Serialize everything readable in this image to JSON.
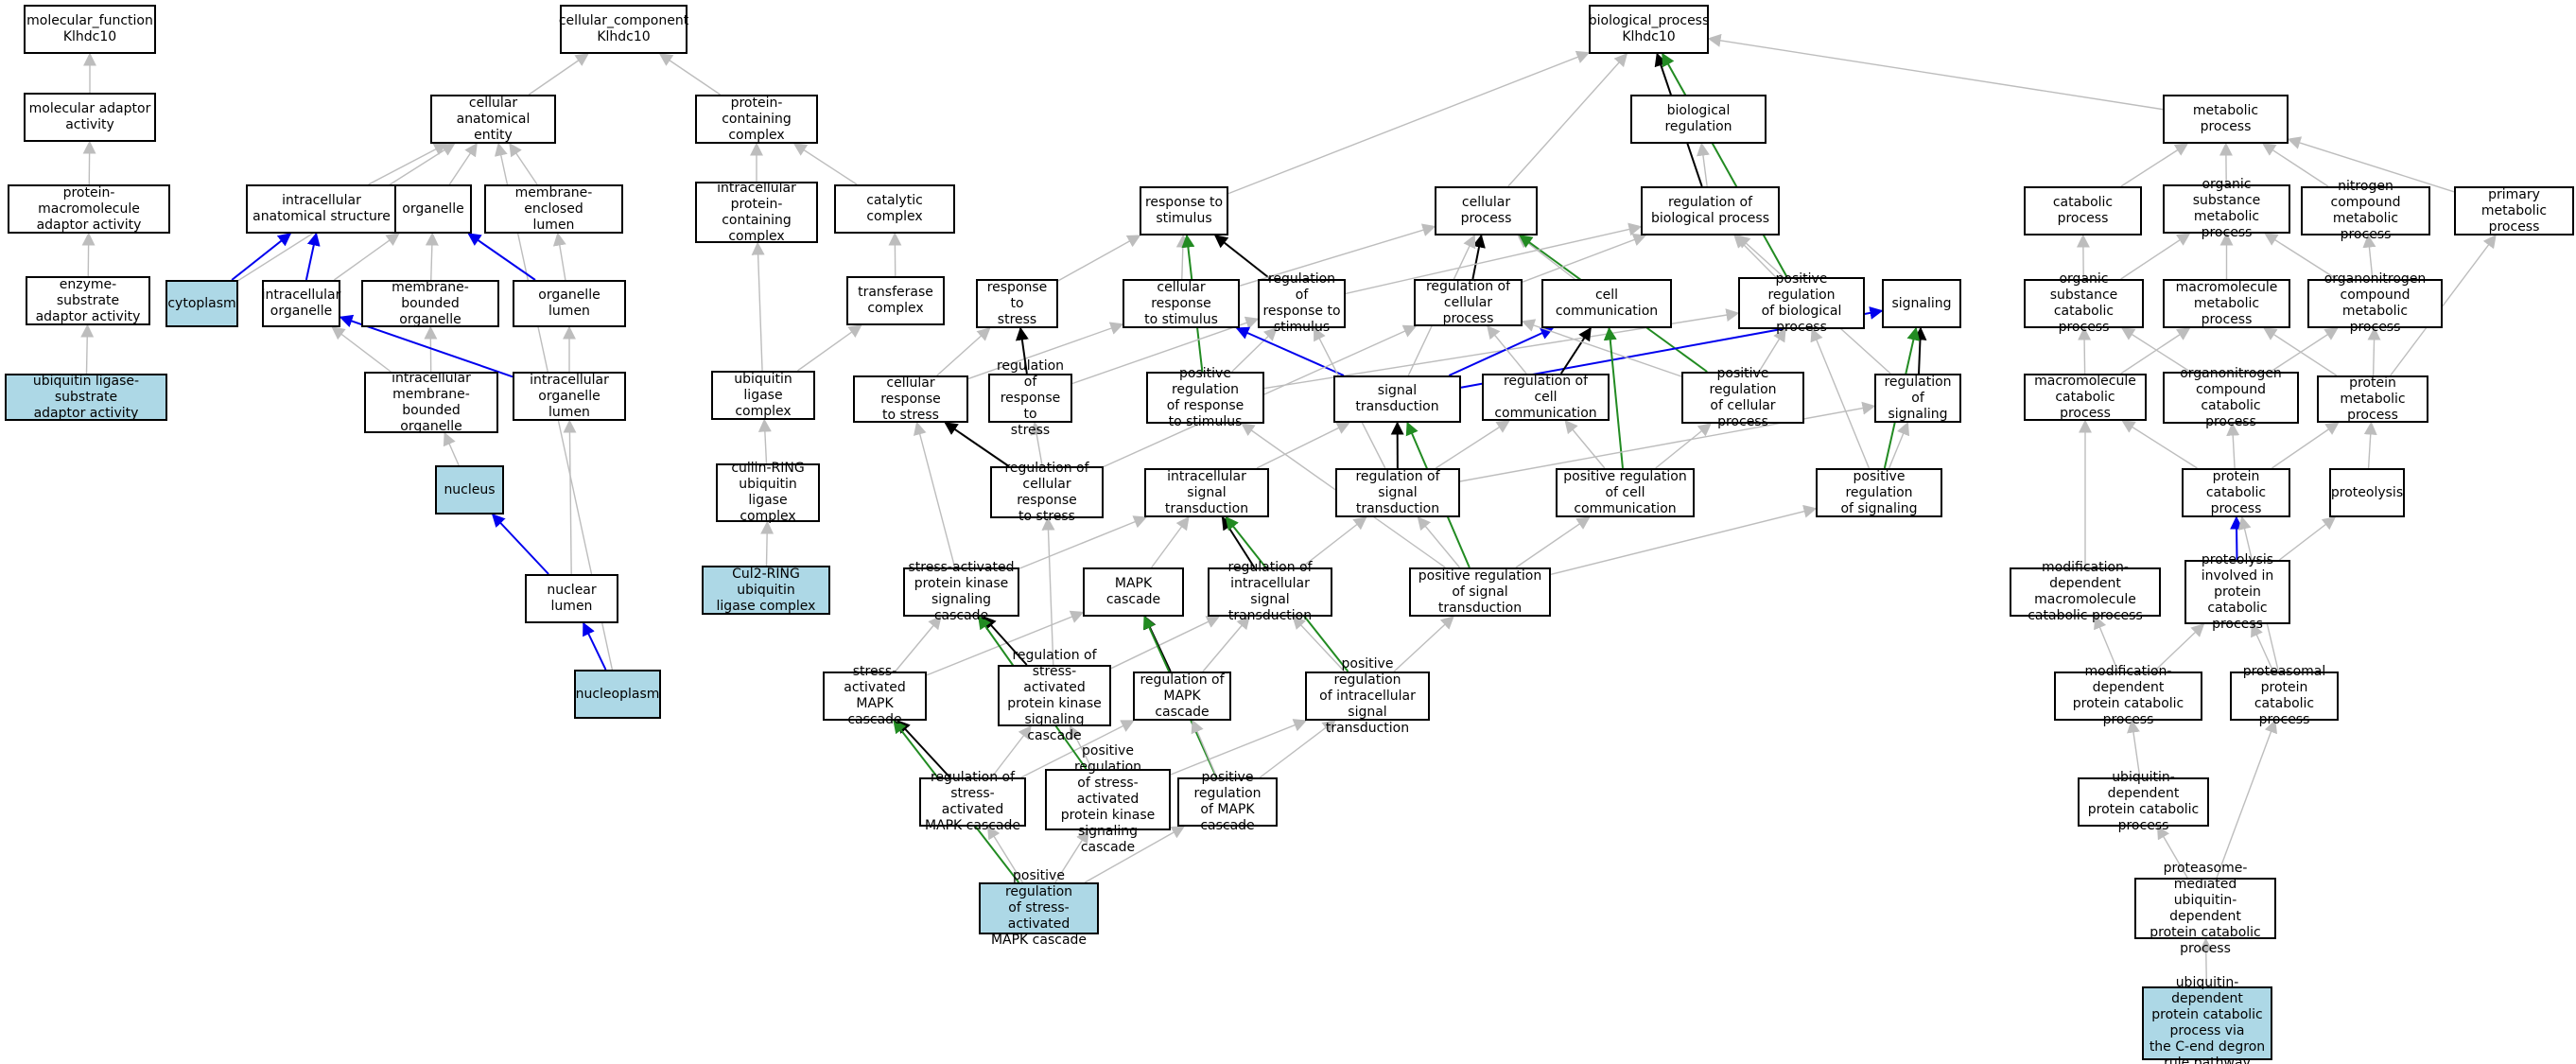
{
  "colors": {
    "background": "#ffffff",
    "highlight_fill": "#add8e6",
    "node_border": "#000000",
    "is_a_edge": "#bdbdbd",
    "part_of_edge": "#0000ee",
    "regulates_edge": "#000000",
    "positively_regulates_edge": "#228b22"
  },
  "nodes": {
    "mf_root": "molecular_function\nKlhdc10",
    "mol_adaptor": "molecular adaptor\nactivity",
    "prot_macro_adaptor": "protein-macromolecule\nadaptor activity",
    "enzyme_substrate": "enzyme-substrate\nadaptor activity",
    "ub_ligase_substrate": "ubiquitin ligase-substrate\nadaptor activity",
    "cc_root": "cellular_component\nKlhdc10",
    "cell_anat_entity": "cellular anatomical\nentity",
    "intracell_anat": "intracellular\nanatomical structure",
    "organelle": "organelle",
    "membrane_enclosed_lumen": "membrane-enclosed\nlumen",
    "cytoplasm": "cytoplasm",
    "intracell_organelle": "intracellular\norganelle",
    "membrane_bounded_org": "membrane-bounded\norganelle",
    "organelle_lumen": "organelle lumen",
    "intracell_mb_org": "intracellular\nmembrane-bounded\norganelle",
    "intracell_org_lumen": "intracellular\norganelle lumen",
    "nucleus": "nucleus",
    "nuclear_lumen": "nuclear lumen",
    "nucleoplasm": "nucleoplasm",
    "protein_containing": "protein-containing\ncomplex",
    "intracell_prot_complex": "intracellular\nprotein-containing\ncomplex",
    "catalytic_complex": "catalytic complex",
    "transferase_complex": "transferase\ncomplex",
    "ub_ligase_complex": "ubiquitin ligase\ncomplex",
    "cullin_ring": "cullin-RING\nubiquitin ligase\ncomplex",
    "cul2_ring": "Cul2-RING ubiquitin\nligase complex",
    "bp_root": "biological_process\nKlhdc10",
    "bio_regulation": "biological regulation",
    "metabolic_process": "metabolic process",
    "response_stimulus": "response to\nstimulus",
    "cellular_process": "cellular process",
    "reg_bio_process": "regulation of\nbiological process",
    "catabolic_process": "catabolic process",
    "organic_subst_metab": "organic substance\nmetabolic process",
    "nitrogen_compound_metab": "nitrogen compound\nmetabolic process",
    "primary_metab": "primary metabolic\nprocess",
    "response_stress": "response to\nstress",
    "cellular_resp_stimulus": "cellular response\nto stimulus",
    "reg_resp_stimulus": "regulation of\nresponse to\nstimulus",
    "reg_cellular_process": "regulation of\ncellular process",
    "cell_communication": "cell communication",
    "pos_reg_bio_process": "positive regulation\nof biological\nprocess",
    "signaling": "signaling",
    "organic_subst_catab": "organic substance\ncatabolic process",
    "macromolecule_metab": "macromolecule\nmetabolic process",
    "organonitrogen_metab": "organonitrogen\ncompound metabolic\nprocess",
    "cellular_resp_stress": "cellular response\nto stress",
    "reg_resp_stress": "regulation of\nresponse to\nstress",
    "pos_reg_resp_stimulus": "positive regulation\nof response\nto stimulus",
    "signal_transduction": "signal transduction",
    "reg_cell_comm": "regulation of\ncell communication",
    "pos_reg_cellular_process": "positive regulation\nof cellular\nprocess",
    "reg_signaling": "regulation of\nsignaling",
    "macromolecule_catab": "macromolecule\ncatabolic process",
    "organonitrogen_catab": "organonitrogen\ncompound catabolic\nprocess",
    "protein_metab": "protein metabolic\nprocess",
    "reg_cellular_resp_stress": "regulation of\ncellular response\nto stress",
    "intracell_signal_transd": "intracellular\nsignal transduction",
    "reg_signal_transd": "regulation of\nsignal transduction",
    "pos_reg_cell_comm": "positive regulation\nof cell communication",
    "pos_reg_signaling": "positive regulation\nof signaling",
    "protein_catab": "protein catabolic\nprocess",
    "proteolysis": "proteolysis",
    "stress_act_pk_cascade": "stress-activated\nprotein kinase\nsignaling cascade",
    "mapk_cascade": "MAPK cascade",
    "reg_intracell_signal_transd": "regulation of\nintracellular\nsignal transduction",
    "pos_reg_signal_transd": "positive regulation\nof signal transduction",
    "mod_dep_macro_catab": "modification-dependent\nmacromolecule\ncatabolic process",
    "proteolysis_prot_catab": "proteolysis\ninvolved in\nprotein catabolic\nprocess",
    "stress_act_mapk": "stress-activated\nMAPK cascade",
    "reg_stress_act_pk": "regulation of\nstress-activated\nprotein kinase\nsignaling cascade",
    "reg_mapk": "regulation of\nMAPK cascade",
    "pos_reg_intracell_signal_transd": "positive regulation\nof intracellular\nsignal transduction",
    "mod_dep_prot_catab": "modification-dependent\nprotein catabolic\nprocess",
    "proteasomal_catab": "proteasomal\nprotein catabolic\nprocess",
    "reg_stress_act_mapk": "regulation of\nstress-activated\nMAPK cascade",
    "pos_reg_stress_act_pk": "positive regulation\nof stress-activated\nprotein kinase\nsignaling cascade",
    "pos_reg_mapk": "positive regulation\nof MAPK cascade",
    "ub_dep_prot_catab": "ubiquitin-dependent\nprotein catabolic\nprocess",
    "pos_reg_stress_act_mapk": "positive regulation\nof stress-activated\nMAPK cascade",
    "proteasome_ub_dep": "proteasome-mediated\nubiquitin-dependent\nprotein catabolic\nprocess",
    "ub_dep_cend_degron": "ubiquitin-dependent\nprotein catabolic\nprocess via\nthe C-end degron\nrule pathway"
  },
  "highlighted": [
    "ub_ligase_substrate",
    "cytoplasm",
    "nucleus",
    "nucleoplasm",
    "cul2_ring",
    "pos_reg_stress_act_mapk",
    "ub_dep_cend_degron"
  ],
  "edges": [
    [
      "mol_adaptor",
      "mf_root",
      "is_a"
    ],
    [
      "prot_macro_adaptor",
      "mol_adaptor",
      "is_a"
    ],
    [
      "enzyme_substrate",
      "prot_macro_adaptor",
      "is_a"
    ],
    [
      "ub_ligase_substrate",
      "enzyme_substrate",
      "is_a"
    ],
    [
      "cell_anat_entity",
      "cc_root",
      "is_a"
    ],
    [
      "protein_containing",
      "cc_root",
      "is_a"
    ],
    [
      "intracell_anat",
      "cell_anat_entity",
      "is_a"
    ],
    [
      "organelle",
      "cell_anat_entity",
      "is_a"
    ],
    [
      "membrane_enclosed_lumen",
      "cell_anat_entity",
      "is_a"
    ],
    [
      "cytoplasm",
      "cell_anat_entity",
      "is_a"
    ],
    [
      "nucleoplasm",
      "cell_anat_entity",
      "is_a"
    ],
    [
      "cytoplasm",
      "intracell_anat",
      "part_of"
    ],
    [
      "intracell_organelle",
      "intracell_anat",
      "part_of"
    ],
    [
      "intracell_organelle",
      "organelle",
      "is_a"
    ],
    [
      "membrane_bounded_org",
      "organelle",
      "is_a"
    ],
    [
      "organelle_lumen",
      "organelle",
      "part_of"
    ],
    [
      "organelle_lumen",
      "membrane_enclosed_lumen",
      "is_a"
    ],
    [
      "intracell_mb_org",
      "intracell_organelle",
      "is_a"
    ],
    [
      "intracell_mb_org",
      "membrane_bounded_org",
      "is_a"
    ],
    [
      "intracell_org_lumen",
      "intracell_organelle",
      "part_of"
    ],
    [
      "intracell_org_lumen",
      "organelle_lumen",
      "is_a"
    ],
    [
      "nucleus",
      "intracell_mb_org",
      "is_a"
    ],
    [
      "nuclear_lumen",
      "intracell_org_lumen",
      "is_a"
    ],
    [
      "nuclear_lumen",
      "nucleus",
      "part_of"
    ],
    [
      "nucleoplasm",
      "nuclear_lumen",
      "part_of"
    ],
    [
      "intracell_prot_complex",
      "protein_containing",
      "is_a"
    ],
    [
      "catalytic_complex",
      "protein_containing",
      "is_a"
    ],
    [
      "transferase_complex",
      "catalytic_complex",
      "is_a"
    ],
    [
      "ub_ligase_complex",
      "intracell_prot_complex",
      "is_a"
    ],
    [
      "ub_ligase_complex",
      "transferase_complex",
      "is_a"
    ],
    [
      "cullin_ring",
      "ub_ligase_complex",
      "is_a"
    ],
    [
      "cul2_ring",
      "cullin_ring",
      "is_a"
    ],
    [
      "bio_regulation",
      "bp_root",
      "is_a"
    ],
    [
      "metabolic_process",
      "bp_root",
      "is_a"
    ],
    [
      "response_stimulus",
      "bp_root",
      "is_a"
    ],
    [
      "cellular_process",
      "bp_root",
      "is_a"
    ],
    [
      "reg_bio_process",
      "bp_root",
      "regulates"
    ],
    [
      "pos_reg_bio_process",
      "bp_root",
      "positively_regulates"
    ],
    [
      "reg_bio_process",
      "bio_regulation",
      "is_a"
    ],
    [
      "catabolic_process",
      "metabolic_process",
      "is_a"
    ],
    [
      "organic_subst_metab",
      "metabolic_process",
      "is_a"
    ],
    [
      "nitrogen_compound_metab",
      "metabolic_process",
      "is_a"
    ],
    [
      "primary_metab",
      "metabolic_process",
      "is_a"
    ],
    [
      "response_stress",
      "response_stimulus",
      "is_a"
    ],
    [
      "cellular_resp_stimulus",
      "response_stimulus",
      "is_a"
    ],
    [
      "reg_resp_stimulus",
      "response_stimulus",
      "regulates"
    ],
    [
      "pos_reg_resp_stimulus",
      "response_stimulus",
      "positively_regulates"
    ],
    [
      "cellular_resp_stimulus",
      "cellular_process",
      "is_a"
    ],
    [
      "reg_cellular_process",
      "cellular_process",
      "regulates"
    ],
    [
      "cell_communication",
      "cellular_process",
      "is_a"
    ],
    [
      "signal_transduction",
      "cellular_process",
      "is_a"
    ],
    [
      "pos_reg_cellular_process",
      "cellular_process",
      "positively_regulates"
    ],
    [
      "reg_resp_stimulus",
      "reg_bio_process",
      "is_a"
    ],
    [
      "reg_cellular_process",
      "reg_bio_process",
      "is_a"
    ],
    [
      "pos_reg_bio_process",
      "reg_bio_process",
      "is_a"
    ],
    [
      "reg_signaling",
      "reg_bio_process",
      "is_a"
    ],
    [
      "organic_subst_catab",
      "catabolic_process",
      "is_a"
    ],
    [
      "organic_subst_catab",
      "organic_subst_metab",
      "is_a"
    ],
    [
      "macromolecule_metab",
      "organic_subst_metab",
      "is_a"
    ],
    [
      "organonitrogen_metab",
      "organic_subst_metab",
      "is_a"
    ],
    [
      "organonitrogen_metab",
      "nitrogen_compound_metab",
      "is_a"
    ],
    [
      "protein_metab",
      "primary_metab",
      "is_a"
    ],
    [
      "cellular_resp_stress",
      "response_stress",
      "is_a"
    ],
    [
      "cellular_resp_stress",
      "cellular_resp_stimulus",
      "is_a"
    ],
    [
      "reg_resp_stress",
      "response_stress",
      "regulates"
    ],
    [
      "reg_resp_stress",
      "reg_resp_stimulus",
      "is_a"
    ],
    [
      "pos_reg_resp_stimulus",
      "reg_resp_stimulus",
      "is_a"
    ],
    [
      "pos_reg_resp_stimulus",
      "pos_reg_bio_process",
      "is_a"
    ],
    [
      "signal_transduction",
      "cellular_resp_stimulus",
      "part_of"
    ],
    [
      "signal_transduction",
      "cell_communication",
      "part_of"
    ],
    [
      "signal_transduction",
      "signaling",
      "part_of"
    ],
    [
      "reg_cell_comm",
      "cell_communication",
      "regulates"
    ],
    [
      "reg_cell_comm",
      "reg_cellular_process",
      "is_a"
    ],
    [
      "pos_reg_cellular_process",
      "reg_cellular_process",
      "is_a"
    ],
    [
      "pos_reg_cellular_process",
      "pos_reg_bio_process",
      "is_a"
    ],
    [
      "pos_reg_cell_comm",
      "cell_communication",
      "positively_regulates"
    ],
    [
      "reg_signaling",
      "signaling",
      "regulates"
    ],
    [
      "pos_reg_signaling",
      "signaling",
      "positively_regulates"
    ],
    [
      "pos_reg_signaling",
      "pos_reg_bio_process",
      "is_a"
    ],
    [
      "macromolecule_catab",
      "organic_subst_catab",
      "is_a"
    ],
    [
      "macromolecule_catab",
      "macromolecule_metab",
      "is_a"
    ],
    [
      "organonitrogen_catab",
      "organic_subst_catab",
      "is_a"
    ],
    [
      "organonitrogen_catab",
      "organonitrogen_metab",
      "is_a"
    ],
    [
      "protein_metab",
      "macromolecule_metab",
      "is_a"
    ],
    [
      "protein_metab",
      "organonitrogen_metab",
      "is_a"
    ],
    [
      "protein_catab",
      "macromolecule_catab",
      "is_a"
    ],
    [
      "protein_catab",
      "organonitrogen_catab",
      "is_a"
    ],
    [
      "protein_catab",
      "protein_metab",
      "is_a"
    ],
    [
      "proteolysis",
      "protein_metab",
      "is_a"
    ],
    [
      "reg_cellular_resp_stress",
      "cellular_resp_stress",
      "regulates"
    ],
    [
      "reg_cellular_resp_stress",
      "reg_resp_stress",
      "is_a"
    ],
    [
      "reg_cellular_resp_stress",
      "reg_cellular_process",
      "is_a"
    ],
    [
      "intracell_signal_transd",
      "signal_transduction",
      "is_a"
    ],
    [
      "reg_signal_transd",
      "signal_transduction",
      "regulates"
    ],
    [
      "reg_signal_transd",
      "reg_resp_stimulus",
      "is_a"
    ],
    [
      "reg_signal_transd",
      "reg_cell_comm",
      "is_a"
    ],
    [
      "reg_signal_transd",
      "reg_signaling",
      "is_a"
    ],
    [
      "pos_reg_signal_transd",
      "signal_transduction",
      "positively_regulates"
    ],
    [
      "pos_reg_signal_transd",
      "pos_reg_resp_stimulus",
      "is_a"
    ],
    [
      "pos_reg_signal_transd",
      "reg_signal_transd",
      "is_a"
    ],
    [
      "pos_reg_signal_transd",
      "pos_reg_cell_comm",
      "is_a"
    ],
    [
      "pos_reg_signal_transd",
      "pos_reg_signaling",
      "is_a"
    ],
    [
      "pos_reg_cell_comm",
      "reg_cell_comm",
      "is_a"
    ],
    [
      "pos_reg_cell_comm",
      "pos_reg_cellular_process",
      "is_a"
    ],
    [
      "pos_reg_signaling",
      "reg_signaling",
      "is_a"
    ],
    [
      "stress_act_pk_cascade",
      "cellular_resp_stress",
      "is_a"
    ],
    [
      "stress_act_pk_cascade",
      "intracell_signal_transd",
      "is_a"
    ],
    [
      "mapk_cascade",
      "intracell_signal_transd",
      "is_a"
    ],
    [
      "reg_intracell_signal_transd",
      "intracell_signal_transd",
      "regulates"
    ],
    [
      "reg_intracell_signal_transd",
      "reg_signal_transd",
      "is_a"
    ],
    [
      "pos_reg_intracell_signal_transd",
      "intracell_signal_transd",
      "positively_regulates"
    ],
    [
      "pos_reg_intracell_signal_transd",
      "reg_intracell_signal_transd",
      "is_a"
    ],
    [
      "pos_reg_intracell_signal_transd",
      "pos_reg_signal_transd",
      "is_a"
    ],
    [
      "mod_dep_macro_catab",
      "macromolecule_catab",
      "is_a"
    ],
    [
      "proteolysis_prot_catab",
      "protein_catab",
      "part_of"
    ],
    [
      "proteolysis_prot_catab",
      "proteolysis",
      "is_a"
    ],
    [
      "stress_act_mapk",
      "stress_act_pk_cascade",
      "is_a"
    ],
    [
      "stress_act_mapk",
      "mapk_cascade",
      "is_a"
    ],
    [
      "reg_stress_act_pk",
      "stress_act_pk_cascade",
      "regulates"
    ],
    [
      "reg_stress_act_pk",
      "reg_cellular_resp_stress",
      "is_a"
    ],
    [
      "reg_stress_act_pk",
      "reg_intracell_signal_transd",
      "is_a"
    ],
    [
      "reg_mapk",
      "mapk_cascade",
      "regulates"
    ],
    [
      "reg_mapk",
      "reg_intracell_signal_transd",
      "is_a"
    ],
    [
      "mod_dep_prot_catab",
      "mod_dep_macro_catab",
      "is_a"
    ],
    [
      "mod_dep_prot_catab",
      "proteolysis_prot_catab",
      "is_a"
    ],
    [
      "proteasomal_catab",
      "proteolysis_prot_catab",
      "is_a"
    ],
    [
      "proteasomal_catab",
      "protein_catab",
      "is_a"
    ],
    [
      "reg_stress_act_mapk",
      "stress_act_mapk",
      "regulates"
    ],
    [
      "reg_stress_act_mapk",
      "reg_stress_act_pk",
      "is_a"
    ],
    [
      "reg_stress_act_mapk",
      "reg_mapk",
      "is_a"
    ],
    [
      "pos_reg_stress_act_pk",
      "stress_act_pk_cascade",
      "positively_regulates"
    ],
    [
      "pos_reg_stress_act_pk",
      "reg_stress_act_pk",
      "is_a"
    ],
    [
      "pos_reg_stress_act_pk",
      "pos_reg_intracell_signal_transd",
      "is_a"
    ],
    [
      "pos_reg_mapk",
      "mapk_cascade",
      "positively_regulates"
    ],
    [
      "pos_reg_mapk",
      "reg_mapk",
      "is_a"
    ],
    [
      "pos_reg_mapk",
      "pos_reg_intracell_signal_transd",
      "is_a"
    ],
    [
      "ub_dep_prot_catab",
      "mod_dep_prot_catab",
      "is_a"
    ],
    [
      "pos_reg_stress_act_mapk",
      "stress_act_mapk",
      "positively_regulates"
    ],
    [
      "pos_reg_stress_act_mapk",
      "reg_stress_act_mapk",
      "is_a"
    ],
    [
      "pos_reg_stress_act_mapk",
      "pos_reg_stress_act_pk",
      "is_a"
    ],
    [
      "pos_reg_stress_act_mapk",
      "pos_reg_mapk",
      "is_a"
    ],
    [
      "proteasome_ub_dep",
      "ub_dep_prot_catab",
      "is_a"
    ],
    [
      "proteasome_ub_dep",
      "proteasomal_catab",
      "is_a"
    ],
    [
      "ub_dep_cend_degron",
      "proteasome_ub_dep",
      "is_a"
    ]
  ]
}
